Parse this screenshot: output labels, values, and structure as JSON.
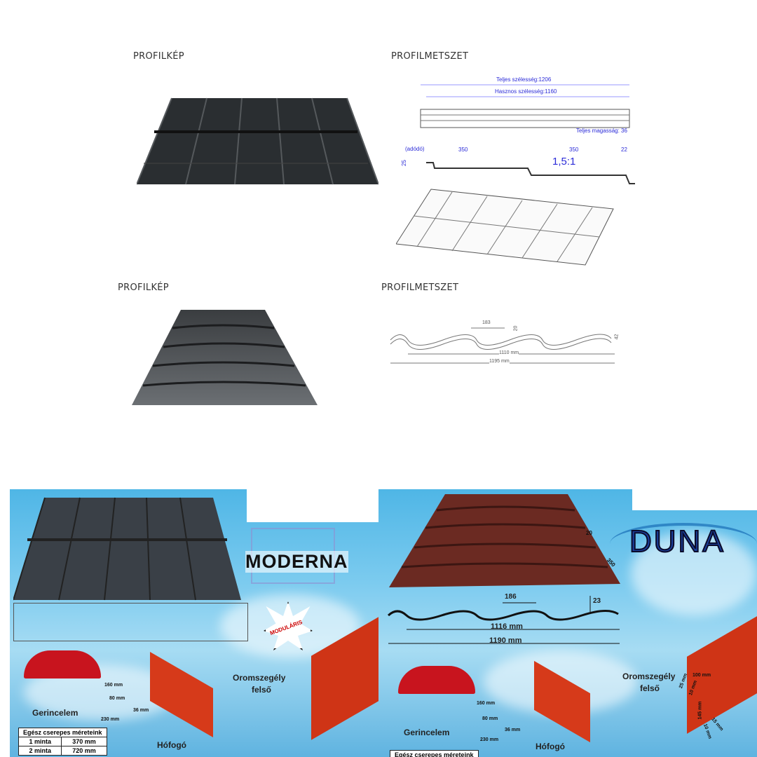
{
  "section1": {
    "left_heading": "PROFILKÉP",
    "right_heading": "PROFILMETSZET",
    "drawing": {
      "total_width": "Teljes szélesség:1206",
      "useful_width": "Hasznos szélesség:1160",
      "total_height": "Teljes magasság: 36",
      "adodo": "(adódó)",
      "dim1": "350",
      "dim2": "350",
      "dim3": "22",
      "dim4": "25",
      "ratio": "1,5:1"
    }
  },
  "section2": {
    "left_heading": "PROFILKÉP",
    "right_heading": "PROFILMETSZET",
    "drawing": {
      "wave": "183",
      "height": "20",
      "height2": "42",
      "useful": "1110 mm",
      "total": "1195 mm"
    }
  },
  "moderna": {
    "brand": "MODERNA",
    "badge": "MODULÁRIS",
    "ridge": "Gerincelem",
    "snow": "Hófogó",
    "gable": "Oromszegély",
    "gable2": "felső",
    "ridge_dims": [
      "160 mm",
      "80 mm",
      "36 mm",
      "230 mm"
    ],
    "table": {
      "header": "Egész cserepes méreteink",
      "rows": [
        [
          "1 minta",
          "370 mm"
        ],
        [
          "2 minta",
          "720 mm"
        ]
      ]
    }
  },
  "duna": {
    "brand": "DUNA",
    "wave": "186",
    "height": "23",
    "side": "350",
    "top": "20",
    "useful": "1116 mm",
    "total": "1190 mm",
    "ridge": "Gerincelem",
    "snow": "Hófogó",
    "gable": "Oromszegély",
    "gable2": "felső",
    "ridge_dims": [
      "160 mm",
      "80 mm",
      "36 mm",
      "230 mm"
    ],
    "gable_dims": [
      "100 mm",
      "25 mm",
      "10 mm",
      "145 mm",
      "15 mm",
      "10 mm"
    ],
    "table": {
      "header": "Egész cserepes méreteink"
    }
  }
}
